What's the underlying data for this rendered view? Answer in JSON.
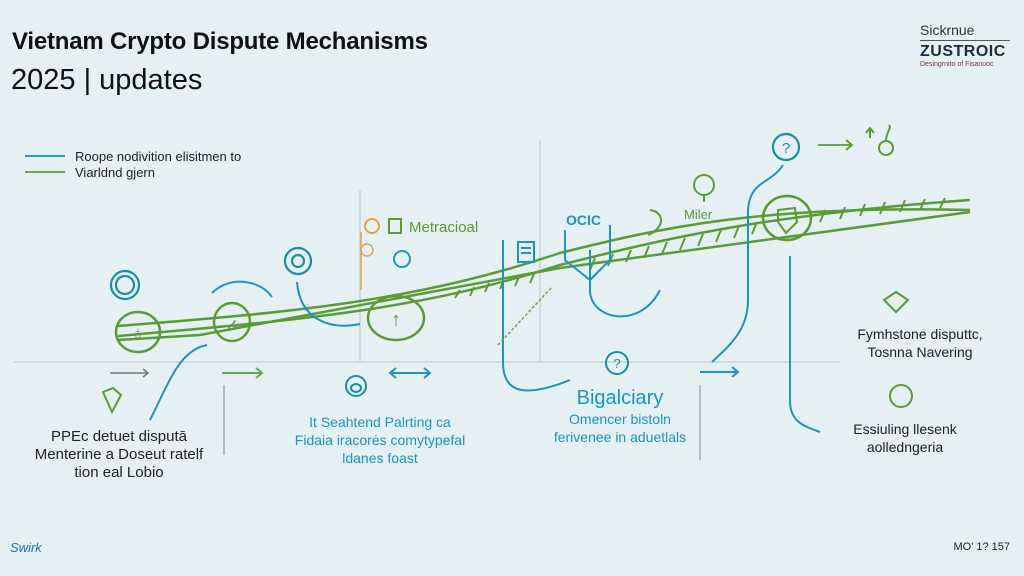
{
  "header": {
    "title": "Vietnam Crypto Dispute Mechanisms",
    "subtitle": "2025 | updates"
  },
  "brand": {
    "line1": "Sickrnue",
    "line2": "ZUSTROIC",
    "line3": "Desingrnito of Fisanuoc"
  },
  "legend": [
    {
      "label": "Roope nodivition elisitmen to",
      "color": "#2a9ac0"
    },
    {
      "label": "Viarldnd gjern",
      "color": "#6aa84f"
    }
  ],
  "diagram": {
    "top_labels": [
      {
        "text": "Metracioal",
        "color": "#5a9a3a"
      },
      {
        "text": "Miler",
        "color": "#5a9a3a"
      },
      {
        "text": "OCIC",
        "color": "#1a95c4"
      }
    ],
    "bottom_blocks": [
      {
        "lines": [
          "PPEc detuet disputā",
          "Menterine a Doseut ratelf",
          "tion eal Lobio"
        ],
        "color": "#222222"
      },
      {
        "lines": [
          "It Seahtend Palrting ca",
          "Fidaia iracorės comytypefal",
          "ldanes foast"
        ],
        "color": "#1a95c4"
      },
      {
        "heading": "Bigalciary",
        "lines": [
          "Omencer bistoln",
          "ferivenee in aduetlals"
        ],
        "color": "#1a95c4"
      }
    ],
    "right_blocks": [
      {
        "lines": [
          "Fymhstone disputtc,",
          "Tosnna Navering"
        ]
      },
      {
        "lines": [
          "Essiuling llesenk",
          "aolledngeria"
        ]
      }
    ],
    "colors": {
      "green": "#5b9a35",
      "blue": "#1e93bf",
      "teal": "#1a8fa0",
      "orange": "#e8a04a",
      "gray": "#c8d4d8"
    }
  },
  "footer": {
    "left": "Swirk",
    "right": "MO' 1? 157"
  }
}
